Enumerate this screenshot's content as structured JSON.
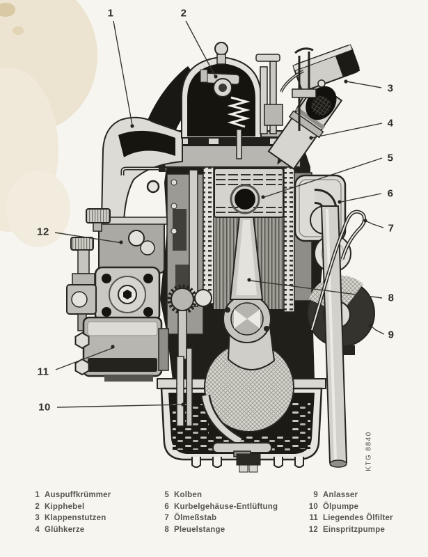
{
  "colors": {
    "paper": "#f7f5f0",
    "ink": "#26251f",
    "stain": "#ece3d0"
  },
  "callouts": {
    "markers": [
      "1",
      "2",
      "3",
      "4",
      "5",
      "6",
      "7",
      "8",
      "9",
      "10",
      "11",
      "12"
    ]
  },
  "plate_code": "KTG 8840",
  "legend": {
    "columns": [
      {
        "items": [
          {
            "num": "1",
            "label": "Auspuffkrümmer"
          },
          {
            "num": "2",
            "label": "Kipphebel"
          },
          {
            "num": "3",
            "label": "Klappenstutzen"
          },
          {
            "num": "4",
            "label": "Glühkerze"
          }
        ]
      },
      {
        "items": [
          {
            "num": "5",
            "label": "Kolben"
          },
          {
            "num": "6",
            "label": "Kurbelgehäuse-Entlüftung"
          },
          {
            "num": "7",
            "label": "Ölmeßstab"
          },
          {
            "num": "8",
            "label": "Pleuelstange"
          }
        ]
      },
      {
        "items": [
          {
            "num": "9",
            "label": "Anlasser"
          },
          {
            "num": "10",
            "label": "Ölpumpe"
          },
          {
            "num": "11",
            "label": "Liegendes Ölfilter"
          },
          {
            "num": "12",
            "label": "Einspritzpumpe"
          }
        ]
      }
    ]
  }
}
